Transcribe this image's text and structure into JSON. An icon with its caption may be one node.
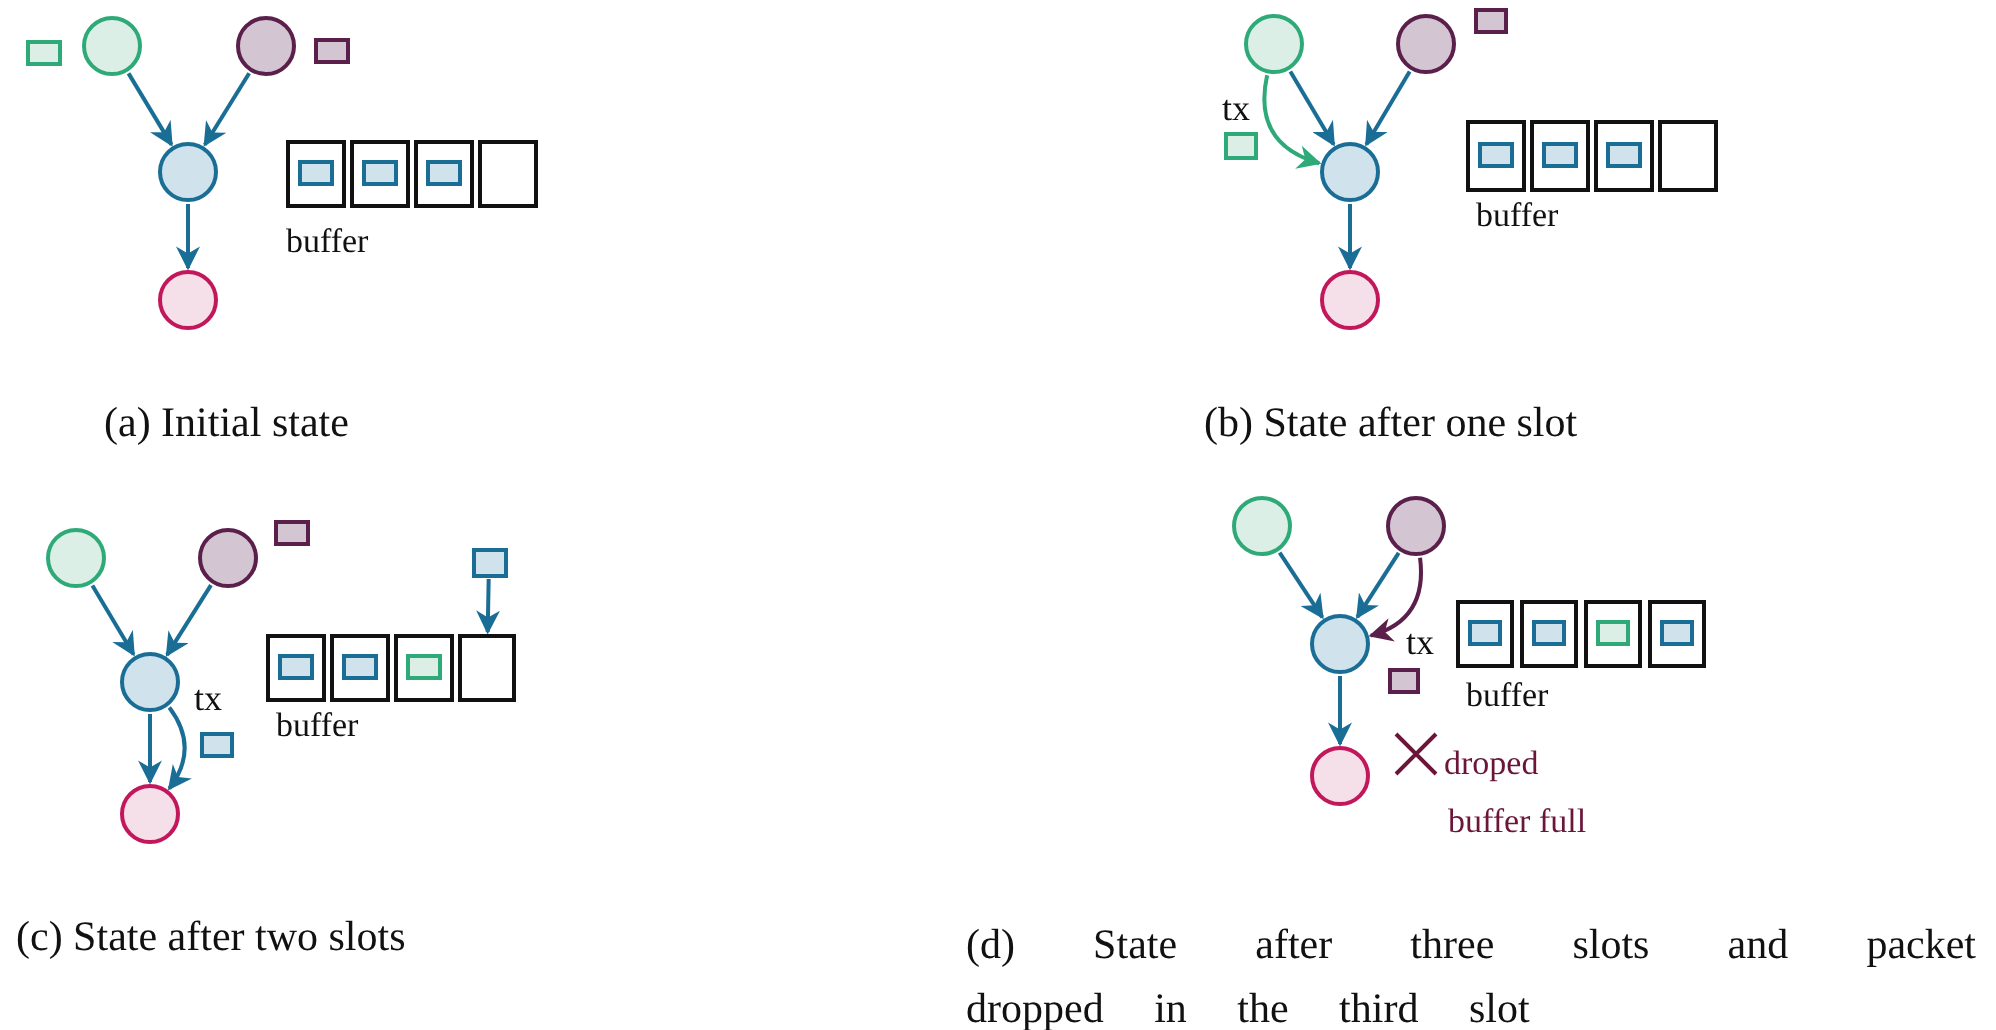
{
  "diagram": {
    "nodes": [
      {
        "text": [],
        "shape": "circle"
      },
      {
        "text": [],
        "shape": "circle"
      },
      {
        "text": [],
        "shape": "circle"
      },
      {
        "text": [],
        "shape": "circle"
      },
      {
        "text": [],
        "shape": "circle"
      },
      {
        "text": [],
        "shape": "circle"
      },
      {
        "text": [],
        "shape": "circle"
      },
      {
        "text": [],
        "shape": "circle"
      },
      {
        "text": [],
        "shape": "circle"
      },
      {
        "text": [],
        "shape": "circle"
      },
      {
        "text": [],
        "shape": "circle"
      },
      {
        "text": [],
        "shape": "circle"
      },
      {
        "text": [],
        "shape": "box"
      },
      {
        "text": [],
        "shape": "box"
      },
      {
        "text": [],
        "shape": "circle"
      },
      {
        "text": [],
        "shape": "circle"
      },
      {
        "text": [],
        "shape": "circle"
      },
      {
        "text": [],
        "shape": "circle"
      },
      {
        "text": [],
        "shape": "box"
      },
      {
        "text": [],
        "shape": "box"
      },
      {
        "text": [],
        "shape": "box"
      },
      {
        "text": [],
        "shape": "box"
      },
      {
        "text": [],
        "shape": "box"
      },
      {
        "text": [],
        "shape": "box"
      },
      {
        "text": [],
        "shape": "box"
      },
      {
        "text": [],
        "shape": "box"
      },
      {
        "text": [],
        "shape": "box"
      },
      {
        "text": [],
        "shape": "box"
      },
      {
        "text": [],
        "shape": "box"
      },
      {
        "text": [],
        "shape": "box"
      },
      {
        "text": [],
        "shape": "box"
      },
      {
        "text": [],
        "shape": "box"
      },
      {
        "text": [],
        "shape": "box"
      }
    ],
    "edges": [
      {
        "from": 0,
        "to": 2,
        "arrow": "to"
      },
      {
        "from": 1,
        "to": 2,
        "arrow": "to"
      },
      {
        "from": 2,
        "to": 3,
        "arrow": "to"
      },
      {
        "from": 4,
        "to": 6,
        "arrow": "to"
      },
      {
        "from": 5,
        "to": 6,
        "arrow": "to"
      },
      {
        "from": 4,
        "to": 6,
        "arrow": "to",
        "label": "tx",
        "color": "#2eaa78"
      },
      {
        "from": 6,
        "to": 7,
        "arrow": "to"
      },
      {
        "from": 8,
        "to": 10,
        "arrow": "to"
      },
      {
        "from": 9,
        "to": 10,
        "arrow": "to"
      },
      {
        "from": 10,
        "to": 11,
        "arrow": "to"
      },
      {
        "from": 10,
        "to": 11,
        "arrow": "to",
        "label": "tx"
      },
      {
        "from": 12,
        "to": 13,
        "arrow": "to"
      },
      {
        "from": 14,
        "to": 16,
        "arrow": "to"
      },
      {
        "from": 15,
        "to": 16,
        "arrow": "to"
      },
      {
        "from": 15,
        "to": 16,
        "arrow": "to",
        "label": "tx",
        "color": "#5a1f4a"
      },
      {
        "from": 16,
        "to": 17,
        "arrow": "to"
      }
    ],
    "labels": [
      "buffer",
      "buffer",
      "(a) Initial state",
      "(b) State after one slot",
      "buffer",
      "buffer",
      "droped",
      "buffer full",
      "(c) State after two slots",
      "(d) State after three slots and packet dropped in the third slot"
    ]
  }
}
